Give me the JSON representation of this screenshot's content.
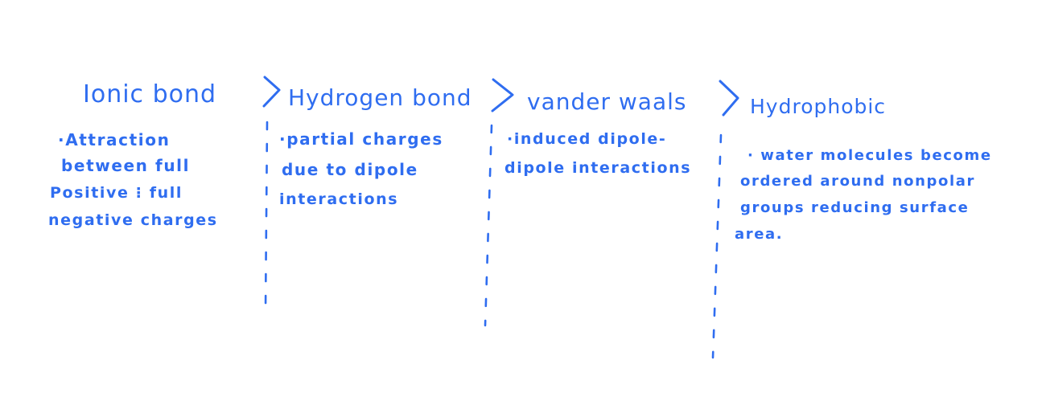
{
  "headings": [
    {
      "label": "Ionic bond"
    },
    {
      "label": "Hydrogen bond"
    },
    {
      "label": "vander waals"
    },
    {
      "label": "Hydrophobic"
    }
  ],
  "descriptions": [
    {
      "lines": [
        "·Attraction",
        "between full",
        "Positive ⁝ full",
        "negative charges"
      ]
    },
    {
      "lines": [
        "·partial charges",
        "due to dipole",
        "interactions"
      ]
    },
    {
      "lines": [
        "·induced dipole-",
        "dipole interactions"
      ]
    },
    {
      "lines": [
        "· water molecules become",
        "ordered around nonpolar",
        "groups reducing surface",
        "area."
      ]
    }
  ],
  "colors": {
    "ink": "#2f6df0",
    "background": "#ffffff"
  }
}
